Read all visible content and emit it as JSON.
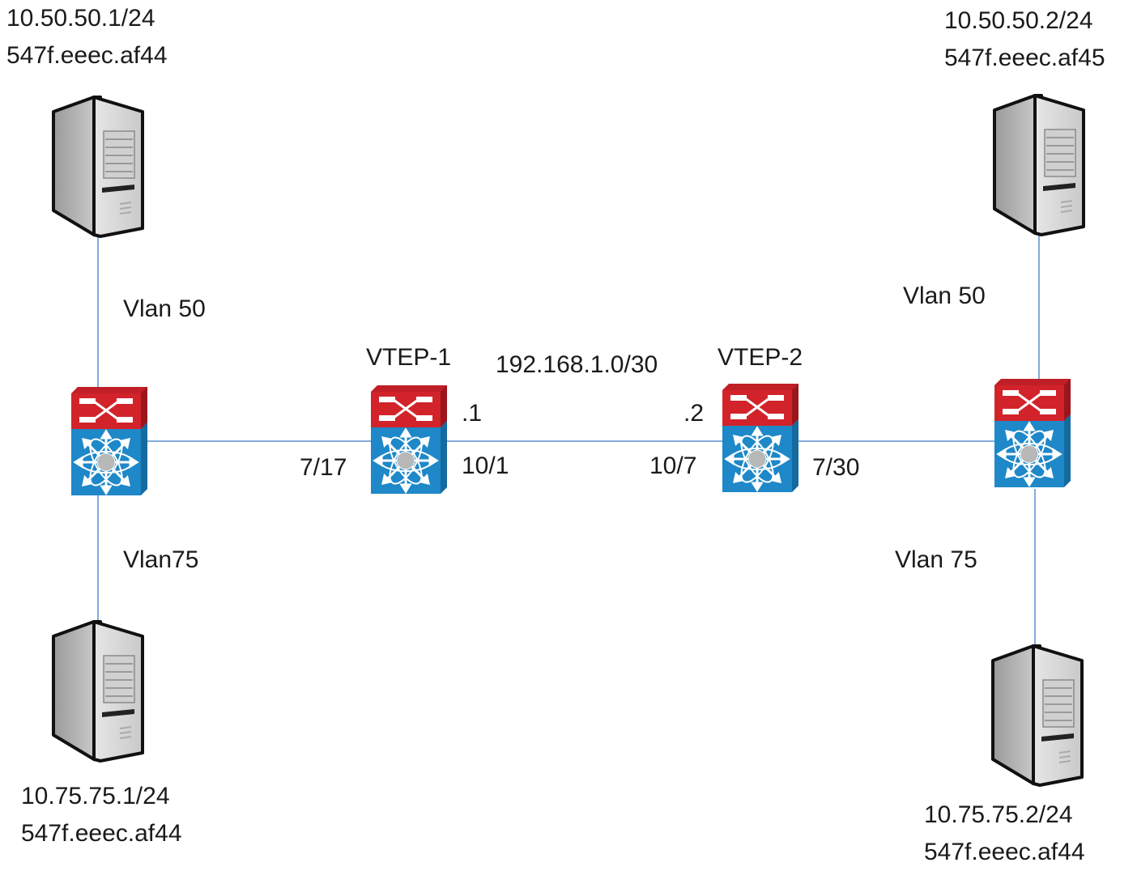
{
  "hosts": {
    "top_left": {
      "ip": "10.50.50.1/24",
      "mac": "547f.eeec.af44"
    },
    "top_right": {
      "ip": "10.50.50.2/24",
      "mac": "547f.eeec.af45"
    },
    "bottom_left": {
      "ip": "10.75.75.1/24",
      "mac": "547f.eeec.af44"
    },
    "bottom_right": {
      "ip": "10.75.75.2/24",
      "mac": "547f.eeec.af44"
    }
  },
  "vlans": {
    "left_top": "Vlan 50",
    "left_bottom": "Vlan75",
    "right_top": "Vlan 50",
    "right_bottom": "Vlan 75"
  },
  "vteps": {
    "vtep1": {
      "name": "VTEP-1",
      "ip_suffix": ".1",
      "port_left": "7/17",
      "port_right": "10/1"
    },
    "vtep2": {
      "name": "VTEP-2",
      "ip_suffix": ".2",
      "port_left": "10/7",
      "port_right": "7/30"
    }
  },
  "transit_subnet": "192.168.1.0/30",
  "colors": {
    "link": "#5b8fd4",
    "switch_top": "#d2232a",
    "switch_body": "#1e88c8",
    "server_body": "#d9d9d9"
  }
}
